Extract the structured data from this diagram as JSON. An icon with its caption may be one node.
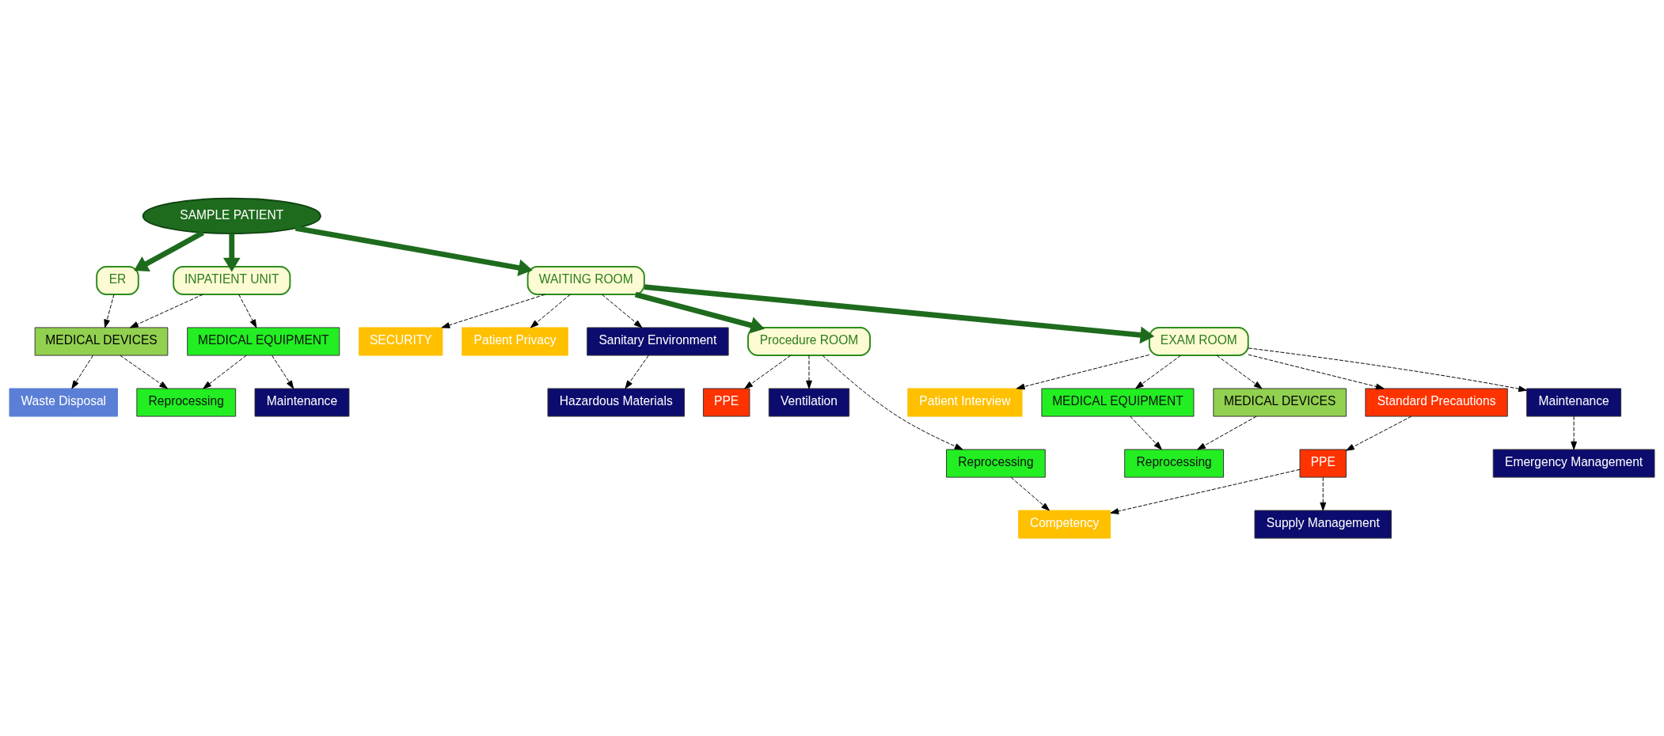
{
  "diagram": {
    "nodes": [
      {
        "text": [
          "ER"
        ]
      },
      {
        "text": [
          "SAMPLE PATIENT"
        ]
      },
      {
        "text": [
          "Waste Disposal"
        ]
      },
      {
        "text": [
          "MEDICAL DEVICES"
        ]
      },
      {
        "text": [
          "INPATIENT UNIT"
        ]
      },
      {
        "text": [
          "Reprocessing"
        ]
      },
      {
        "text": [
          "MEDICAL EQUIPMENT"
        ]
      },
      {
        "text": [
          "Maintenance"
        ]
      },
      {
        "text": [
          "SECURITY"
        ]
      },
      {
        "text": [
          "Patient Privacy"
        ]
      },
      {
        "text": [
          "Hazardous Materials"
        ]
      },
      {
        "text": [
          "Sanitary Environment"
        ]
      },
      {
        "text": [
          "WAITING ROOM"
        ]
      },
      {
        "text": [
          "Procedure ROOM"
        ]
      },
      {
        "text": [
          "PPE"
        ]
      },
      {
        "text": [
          "Ventilation"
        ]
      },
      {
        "text": [
          "Reprocessing"
        ]
      },
      {
        "text": [
          "Competency"
        ]
      },
      {
        "text": [
          "Patient Interview"
        ]
      },
      {
        "text": [
          "Reprocessing"
        ]
      },
      {
        "text": [
          "MEDICAL EQUIPMENT"
        ]
      },
      {
        "text": [
          "EXAM ROOM"
        ]
      },
      {
        "text": [
          "MEDICAL DEVICES"
        ]
      },
      {
        "text": [
          "Standard Precautions"
        ]
      },
      {
        "text": [
          "PPE"
        ]
      },
      {
        "text": [
          "Supply Management"
        ]
      },
      {
        "text": [
          "Maintenance"
        ]
      },
      {
        "text": [
          "Emergency Management"
        ]
      }
    ],
    "edges": [
      {
        "from": 1,
        "to": 0,
        "arrow": "to",
        "style": "thick",
        "color": "#1e6b1e"
      },
      {
        "from": 1,
        "to": 12,
        "arrow": "to",
        "style": "thick",
        "color": "#1e6b1e"
      },
      {
        "from": 1,
        "to": 4,
        "arrow": "to",
        "style": "thick",
        "color": "#1e6b1e"
      },
      {
        "from": 0,
        "to": 3,
        "arrow": "to",
        "style": "dashed"
      },
      {
        "from": 3,
        "to": 2,
        "arrow": "to",
        "style": "dashed"
      },
      {
        "from": 3,
        "to": 5,
        "arrow": "to",
        "style": "dashed"
      },
      {
        "from": 4,
        "to": 3,
        "arrow": "to",
        "style": "dashed"
      },
      {
        "from": 4,
        "to": 6,
        "arrow": "to",
        "style": "dashed"
      },
      {
        "from": 6,
        "to": 5,
        "arrow": "to",
        "style": "dashed"
      },
      {
        "from": 6,
        "to": 7,
        "arrow": "to",
        "style": "dashed"
      },
      {
        "from": 12,
        "to": 8,
        "arrow": "to",
        "style": "dashed"
      },
      {
        "from": 12,
        "to": 9,
        "arrow": "to",
        "style": "dashed"
      },
      {
        "from": 12,
        "to": 11,
        "arrow": "to",
        "style": "dashed"
      },
      {
        "from": 11,
        "to": 10,
        "arrow": "to",
        "style": "dashed"
      },
      {
        "from": 12,
        "to": 13,
        "arrow": "to",
        "style": "thick",
        "color": "#1e6b1e"
      },
      {
        "from": 12,
        "to": 21,
        "arrow": "to",
        "style": "thick",
        "color": "#1e6b1e"
      },
      {
        "from": 13,
        "to": 14,
        "arrow": "to",
        "style": "dashed"
      },
      {
        "from": 13,
        "to": 15,
        "arrow": "to",
        "style": "dashed"
      },
      {
        "from": 13,
        "to": 16,
        "arrow": "to",
        "style": "dashed"
      },
      {
        "from": 16,
        "to": 17,
        "arrow": "to",
        "style": "dashed"
      },
      {
        "from": 21,
        "to": 18,
        "arrow": "to",
        "style": "dashed"
      },
      {
        "from": 21,
        "to": 20,
        "arrow": "to",
        "style": "dashed"
      },
      {
        "from": 21,
        "to": 22,
        "arrow": "to",
        "style": "dashed"
      },
      {
        "from": 21,
        "to": 23,
        "arrow": "to",
        "style": "dashed"
      },
      {
        "from": 21,
        "to": 26,
        "arrow": "to",
        "style": "dashed"
      },
      {
        "from": 20,
        "to": 19,
        "arrow": "to",
        "style": "dashed"
      },
      {
        "from": 22,
        "to": 19,
        "arrow": "to",
        "style": "dashed"
      },
      {
        "from": 23,
        "to": 24,
        "arrow": "to",
        "style": "dashed"
      },
      {
        "from": 24,
        "to": 17,
        "arrow": "to",
        "style": "dashed"
      },
      {
        "from": 24,
        "to": 25,
        "arrow": "to",
        "style": "dashed"
      },
      {
        "from": 26,
        "to": 27,
        "arrow": "to",
        "style": "dashed"
      }
    ]
  }
}
